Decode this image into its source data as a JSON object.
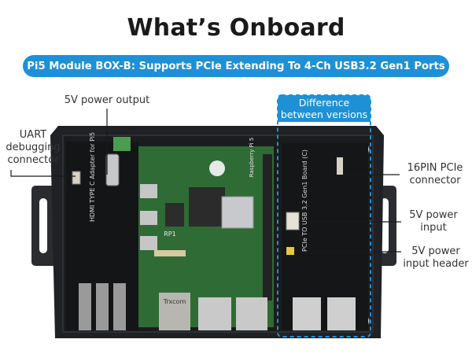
{
  "title": "What’s Onboard",
  "subtitle": "Pi5 Module BOX-B: Supports PCIe Extending To 4-Ch USB3.2 Gen1 Ports",
  "callouts": {
    "power_output": "5V power output",
    "uart_line1": "UART",
    "uart_line2": "debugging",
    "uart_line3": "connector",
    "difference_line1": "Difference",
    "difference_line2": "between versions",
    "pcie_line1": "16PIN PCIe",
    "pcie_line2": "connector",
    "power_input_line1": "5V power",
    "power_input_line2": "input",
    "power_header_line1": "5V power",
    "power_header_line2": "input header"
  },
  "board_text": {
    "adapter_label": "HDMI TYPE C Adapter for Pi5",
    "pcie_board_label": "PCIe TO USB 3.2 Gen1 Board (C)",
    "pi_label": "Raspberry Pi 5",
    "rp1_label": "RP1",
    "eth_label": "Trxcom"
  },
  "colors": {
    "accent": "#1e90d6",
    "case": "#1f2124",
    "pcb_green": "#2f6b35"
  }
}
